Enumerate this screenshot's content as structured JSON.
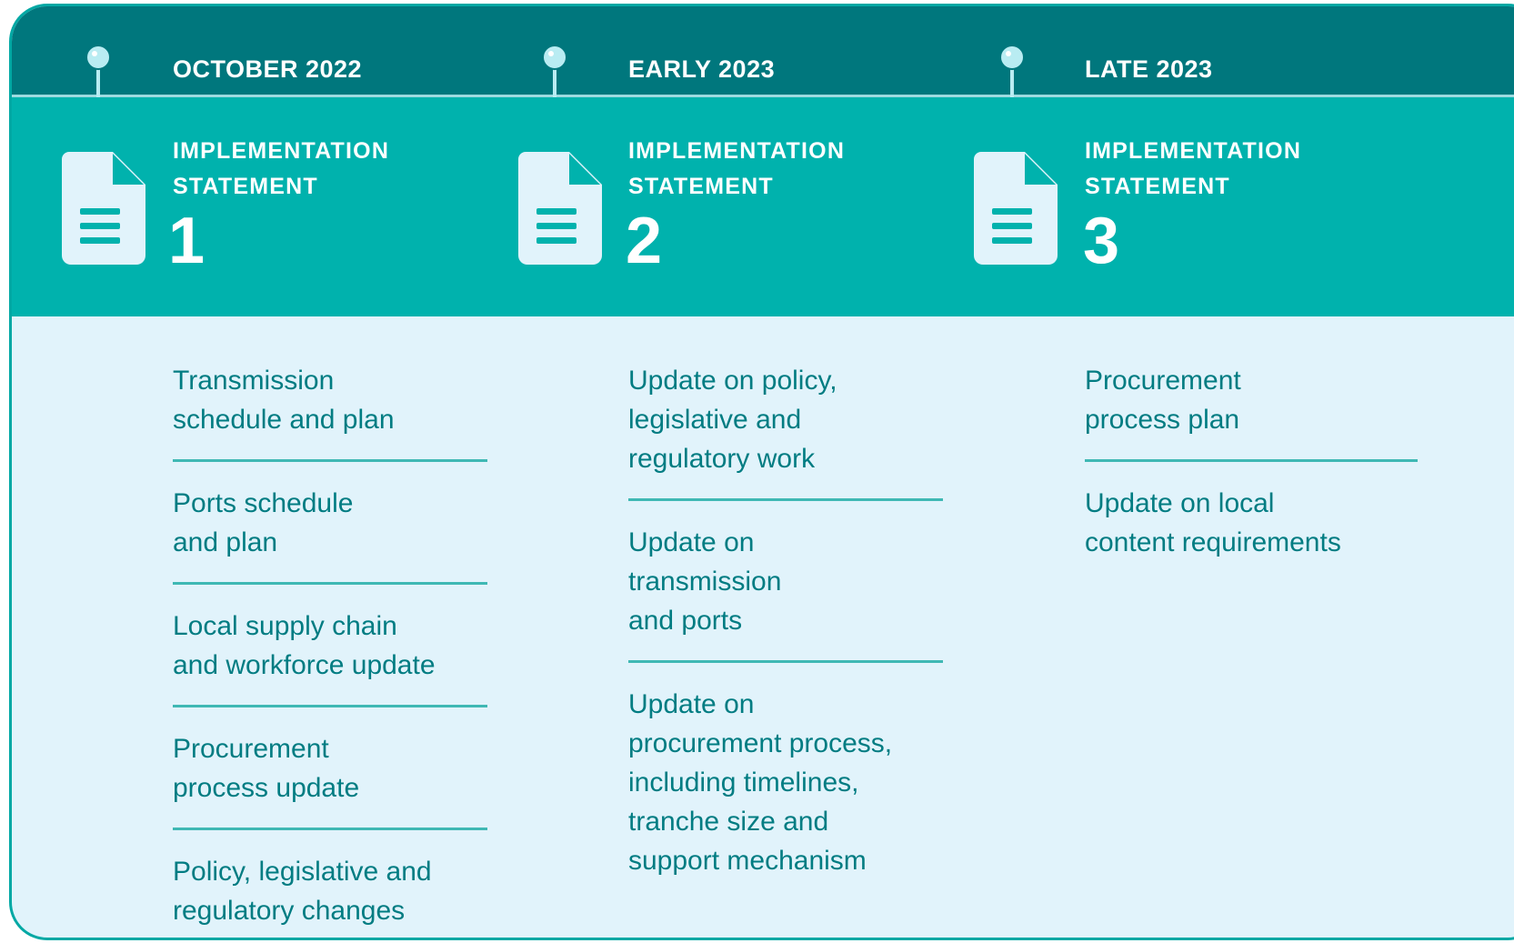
{
  "columns": [
    {
      "date": "OCTOBER 2022",
      "statement_label": "IMPLEMENTATION\nSTATEMENT",
      "statement_number": "1",
      "items": [
        "Transmission\nschedule and plan",
        "Ports schedule\nand plan",
        "Local supply chain\nand workforce update",
        "Procurement\nprocess update",
        "Policy, legislative and\nregulatory changes"
      ]
    },
    {
      "date": "EARLY 2023",
      "statement_label": "IMPLEMENTATION\nSTATEMENT",
      "statement_number": "2",
      "items": [
        "Update on policy,\nlegislative and\nregulatory work",
        "Update on\ntransmission\nand ports",
        "Update on\nprocurement process,\nincluding timelines,\ntranche size and\nsupport mechanism"
      ]
    },
    {
      "date": "LATE 2023",
      "statement_label": "IMPLEMENTATION\nSTATEMENT",
      "statement_number": "3",
      "items": [
        "Procurement\nprocess plan",
        "Update on local\ncontent requirements"
      ]
    }
  ],
  "colors": {
    "top_band": "#00777d",
    "mid_band": "#00b2ad",
    "body": "#e1f3fb",
    "item_text": "#007c82",
    "divider": "#3fb8b4"
  }
}
